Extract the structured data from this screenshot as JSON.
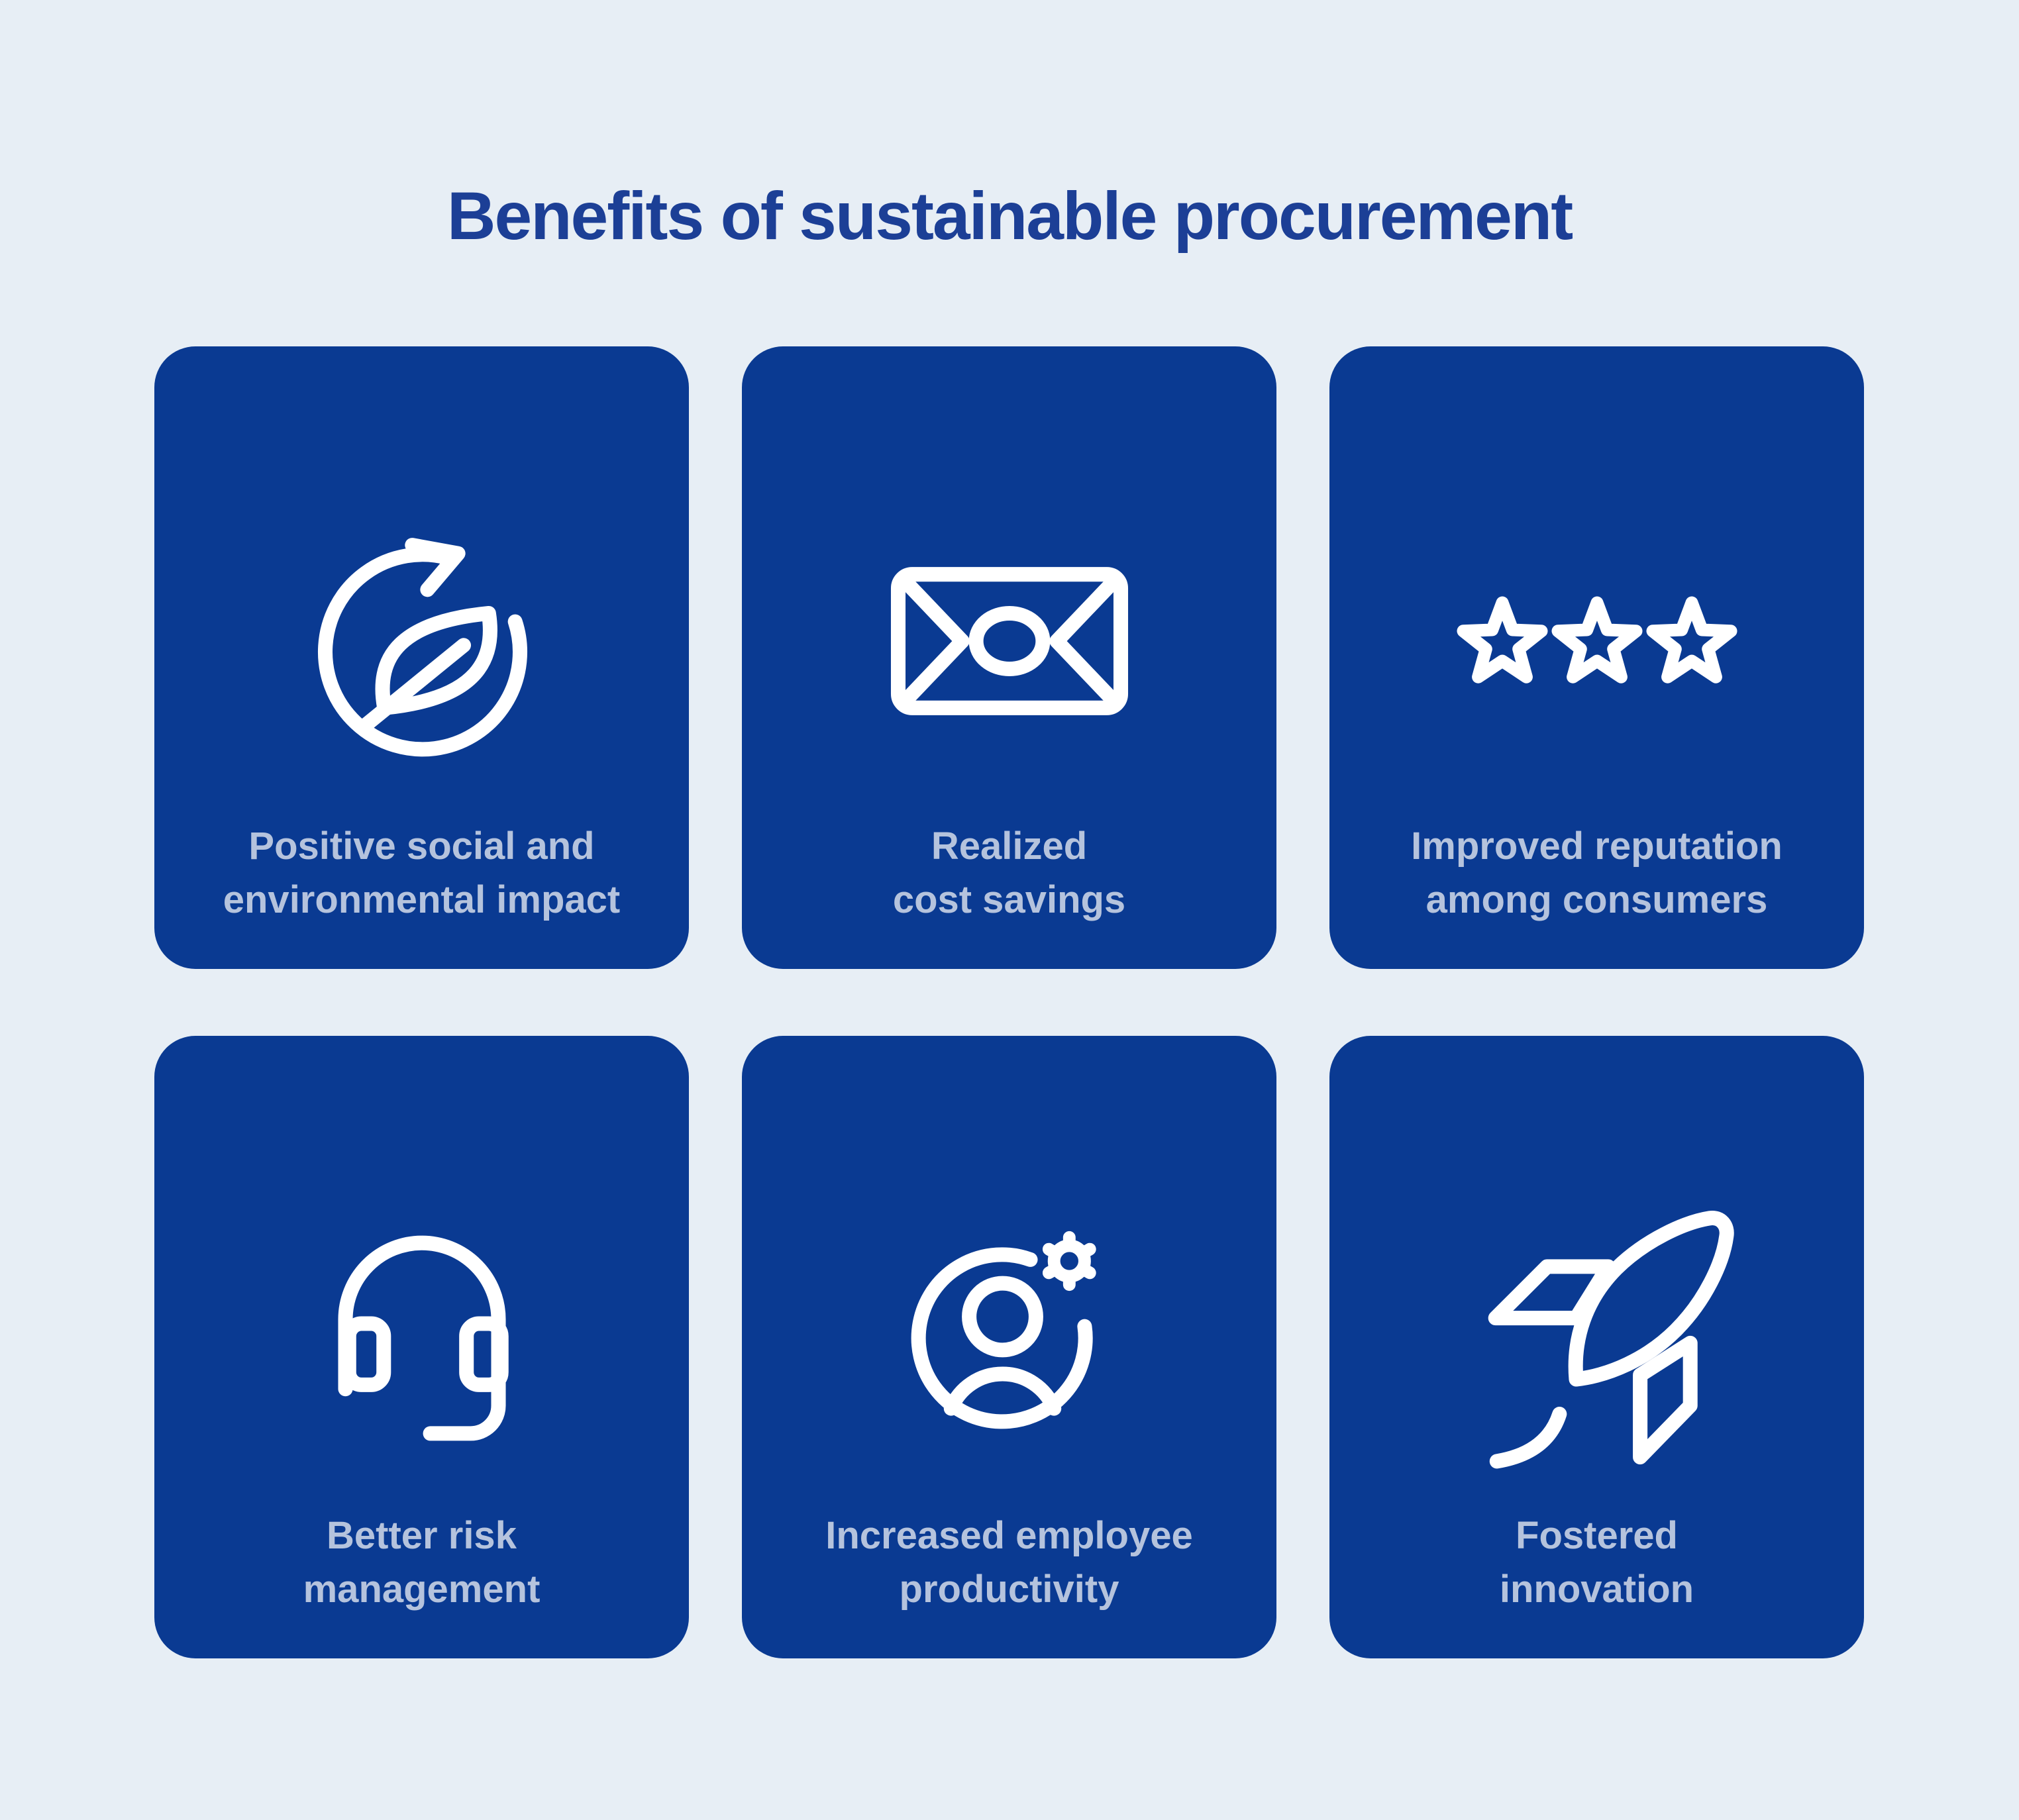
{
  "page": {
    "title_text": "Benefits of sustainable procurement"
  },
  "theme": {
    "background_color": "#e7eef5",
    "card_background_color": "#0a3a92",
    "title_color": "#1c3f96",
    "label_color": "#b5c3dd",
    "icon_color": "#ffffff"
  },
  "cards": [
    {
      "id": "positive-impact",
      "icon": "leaf-cycle-icon",
      "label_lines": [
        "Positive social and",
        "environmental impact"
      ]
    },
    {
      "id": "cost-savings",
      "icon": "banknote-icon",
      "label_lines": [
        "Realized",
        "cost savings"
      ]
    },
    {
      "id": "reputation",
      "icon": "three-stars-icon",
      "label_lines": [
        "Improved reputation",
        "among consumers"
      ]
    },
    {
      "id": "risk-management",
      "icon": "headset-icon",
      "label_lines": [
        "Better risk",
        "management"
      ]
    },
    {
      "id": "employee-productivity",
      "icon": "user-gear-icon",
      "label_lines": [
        "Increased employee",
        "productivity"
      ]
    },
    {
      "id": "innovation",
      "icon": "rocket-icon",
      "label_lines": [
        "Fostered",
        "innovation"
      ]
    }
  ]
}
